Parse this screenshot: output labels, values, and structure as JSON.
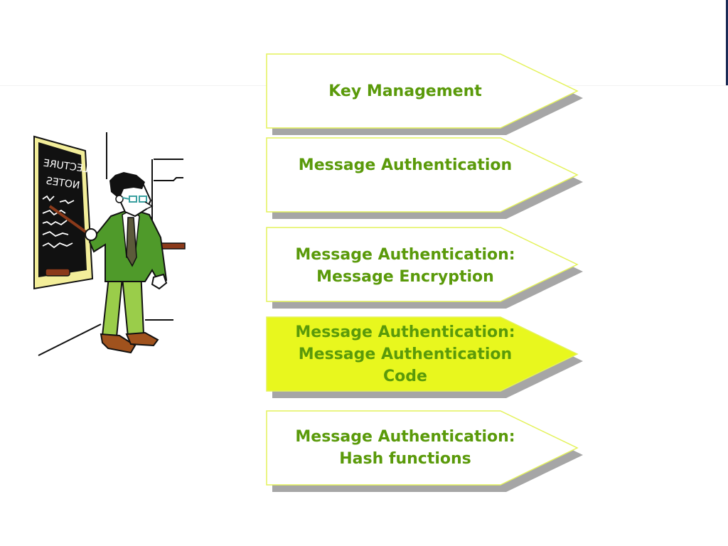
{
  "colors": {
    "text_green": "#5a9a0a",
    "arrow_border": "#e4f25a",
    "arrow_fill": "#ffffff",
    "arrow_highlight_fill": "#e8f71e",
    "arrow_shadow": "#a6a6a6"
  },
  "illustration": {
    "icon": "lecturer-at-chalkboard",
    "board_lines": [
      "LECTURE",
      "NOTES"
    ]
  },
  "arrows": [
    {
      "label": "Key Management",
      "highlighted": false
    },
    {
      "label": "Message Authentication",
      "highlighted": false
    },
    {
      "label": "Message Authentication:\nMessage Encryption",
      "highlighted": false
    },
    {
      "label": "Message Authentication:\nMessage Authentication\nCode",
      "highlighted": true
    },
    {
      "label": "Message Authentication:\nHash functions",
      "highlighted": false
    }
  ]
}
